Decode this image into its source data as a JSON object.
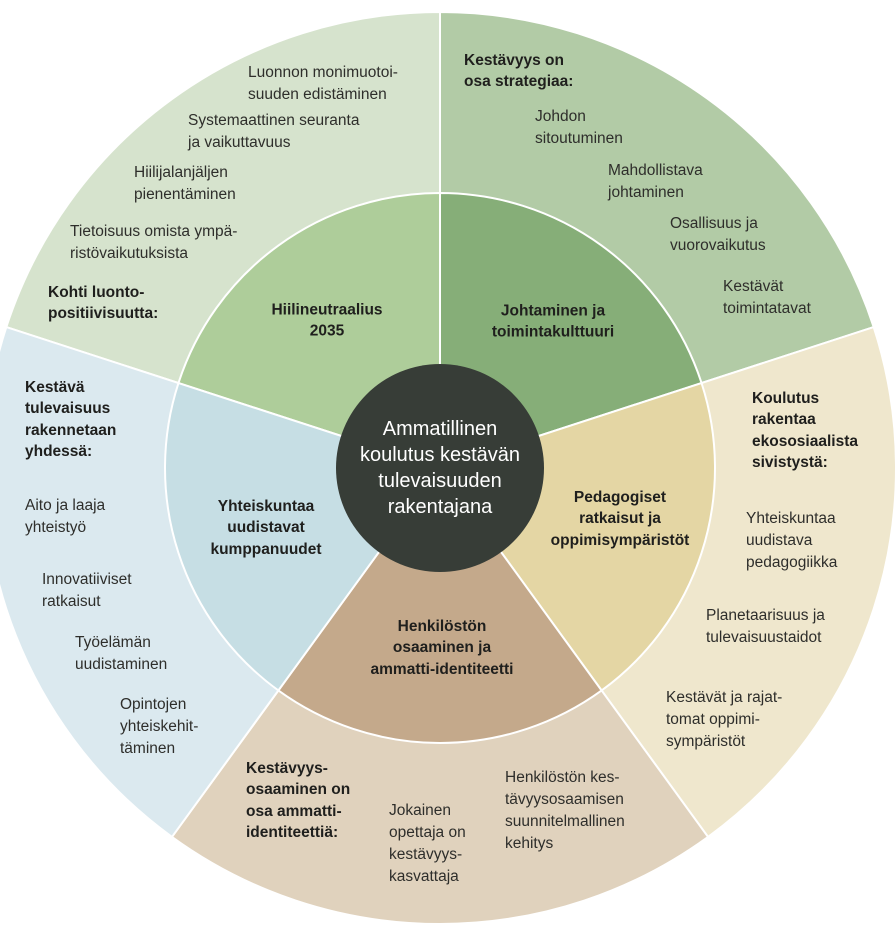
{
  "center": {
    "text": "Ammatillinen\nkoulutus kestävän\ntulevaisuuden\nrakentajana"
  },
  "colors": {
    "outer_top_left": "#d6e3cd",
    "inner_top_left": "#aecd9a",
    "outer_top_right": "#b2cba6",
    "inner_top_right": "#86ae78",
    "outer_right": "#efe7cd",
    "inner_right": "#e4d6a4",
    "outer_bottom": "#e0d2bd",
    "inner_bottom": "#c4a98b",
    "outer_left": "#dbe9ef",
    "inner_left": "#c6dee4",
    "hub": "#373d37"
  },
  "sectors": {
    "hiilineutraalius": {
      "title": "Hiilineutraalius\n2035",
      "heading": "Kohti luonto-\npositiivisuutta:",
      "items": [
        "Luonnon monimuotoi-\nsuuden edistäminen",
        "Systemaattinen seuranta\nja vaikuttavuus",
        "Hiilijalanjäljen\npienentäminen",
        "Tietoisuus omista ympä-\nristövaikutuksista"
      ]
    },
    "johtaminen": {
      "title": "Johtaminen ja\ntoimintakulttuuri",
      "heading": "Kestävyys on\nosa strategiaa:",
      "items": [
        "Johdon\nsitoutuminen",
        "Mahdollistava\njohtaminen",
        "Osallisuus ja\nvuorovaikutus",
        "Kestävät\ntoimintatavat"
      ]
    },
    "pedagogiset": {
      "title": "Pedagogiset\nratkaisut ja\noppimisympäristöt",
      "heading": "Koulutus\nrakentaa\nekososiaalista\nsivistystä:",
      "items": [
        "Yhteiskuntaa\nuudistava\npedagogiikka",
        "Planetaarisuus ja\ntulevaisuustaidot",
        "Kestävät ja rajat-\ntomat oppimi-\nsympäristöt"
      ]
    },
    "henkilosto": {
      "title": "Henkilöstön\nosaaminen ja\nammatti-identiteetti",
      "heading": "Kestävyys-\nosaaminen on\nosa ammatti-\nidentiteettiä:",
      "items": [
        "Jokainen\nopettaja on\nkestävyys-\nkasvattaja",
        "Henkilöstön kes-\ntävyysosaamisen\nsuunnitelmallinen\nkehitys"
      ]
    },
    "yhteiskunta": {
      "title": "Yhteiskuntaa\nuudistavat\nkumppanuudet",
      "heading": "Kestävä\ntulevaisuus\nrakennetaan\nyhdessä:",
      "items": [
        "Aito ja laaja\nyhteistyö",
        "Innovatiiviset\nratkaisut",
        "Työelämän\nuudistaminen",
        "Opintojen\nyhteiskehit-\ntäminen"
      ]
    }
  }
}
